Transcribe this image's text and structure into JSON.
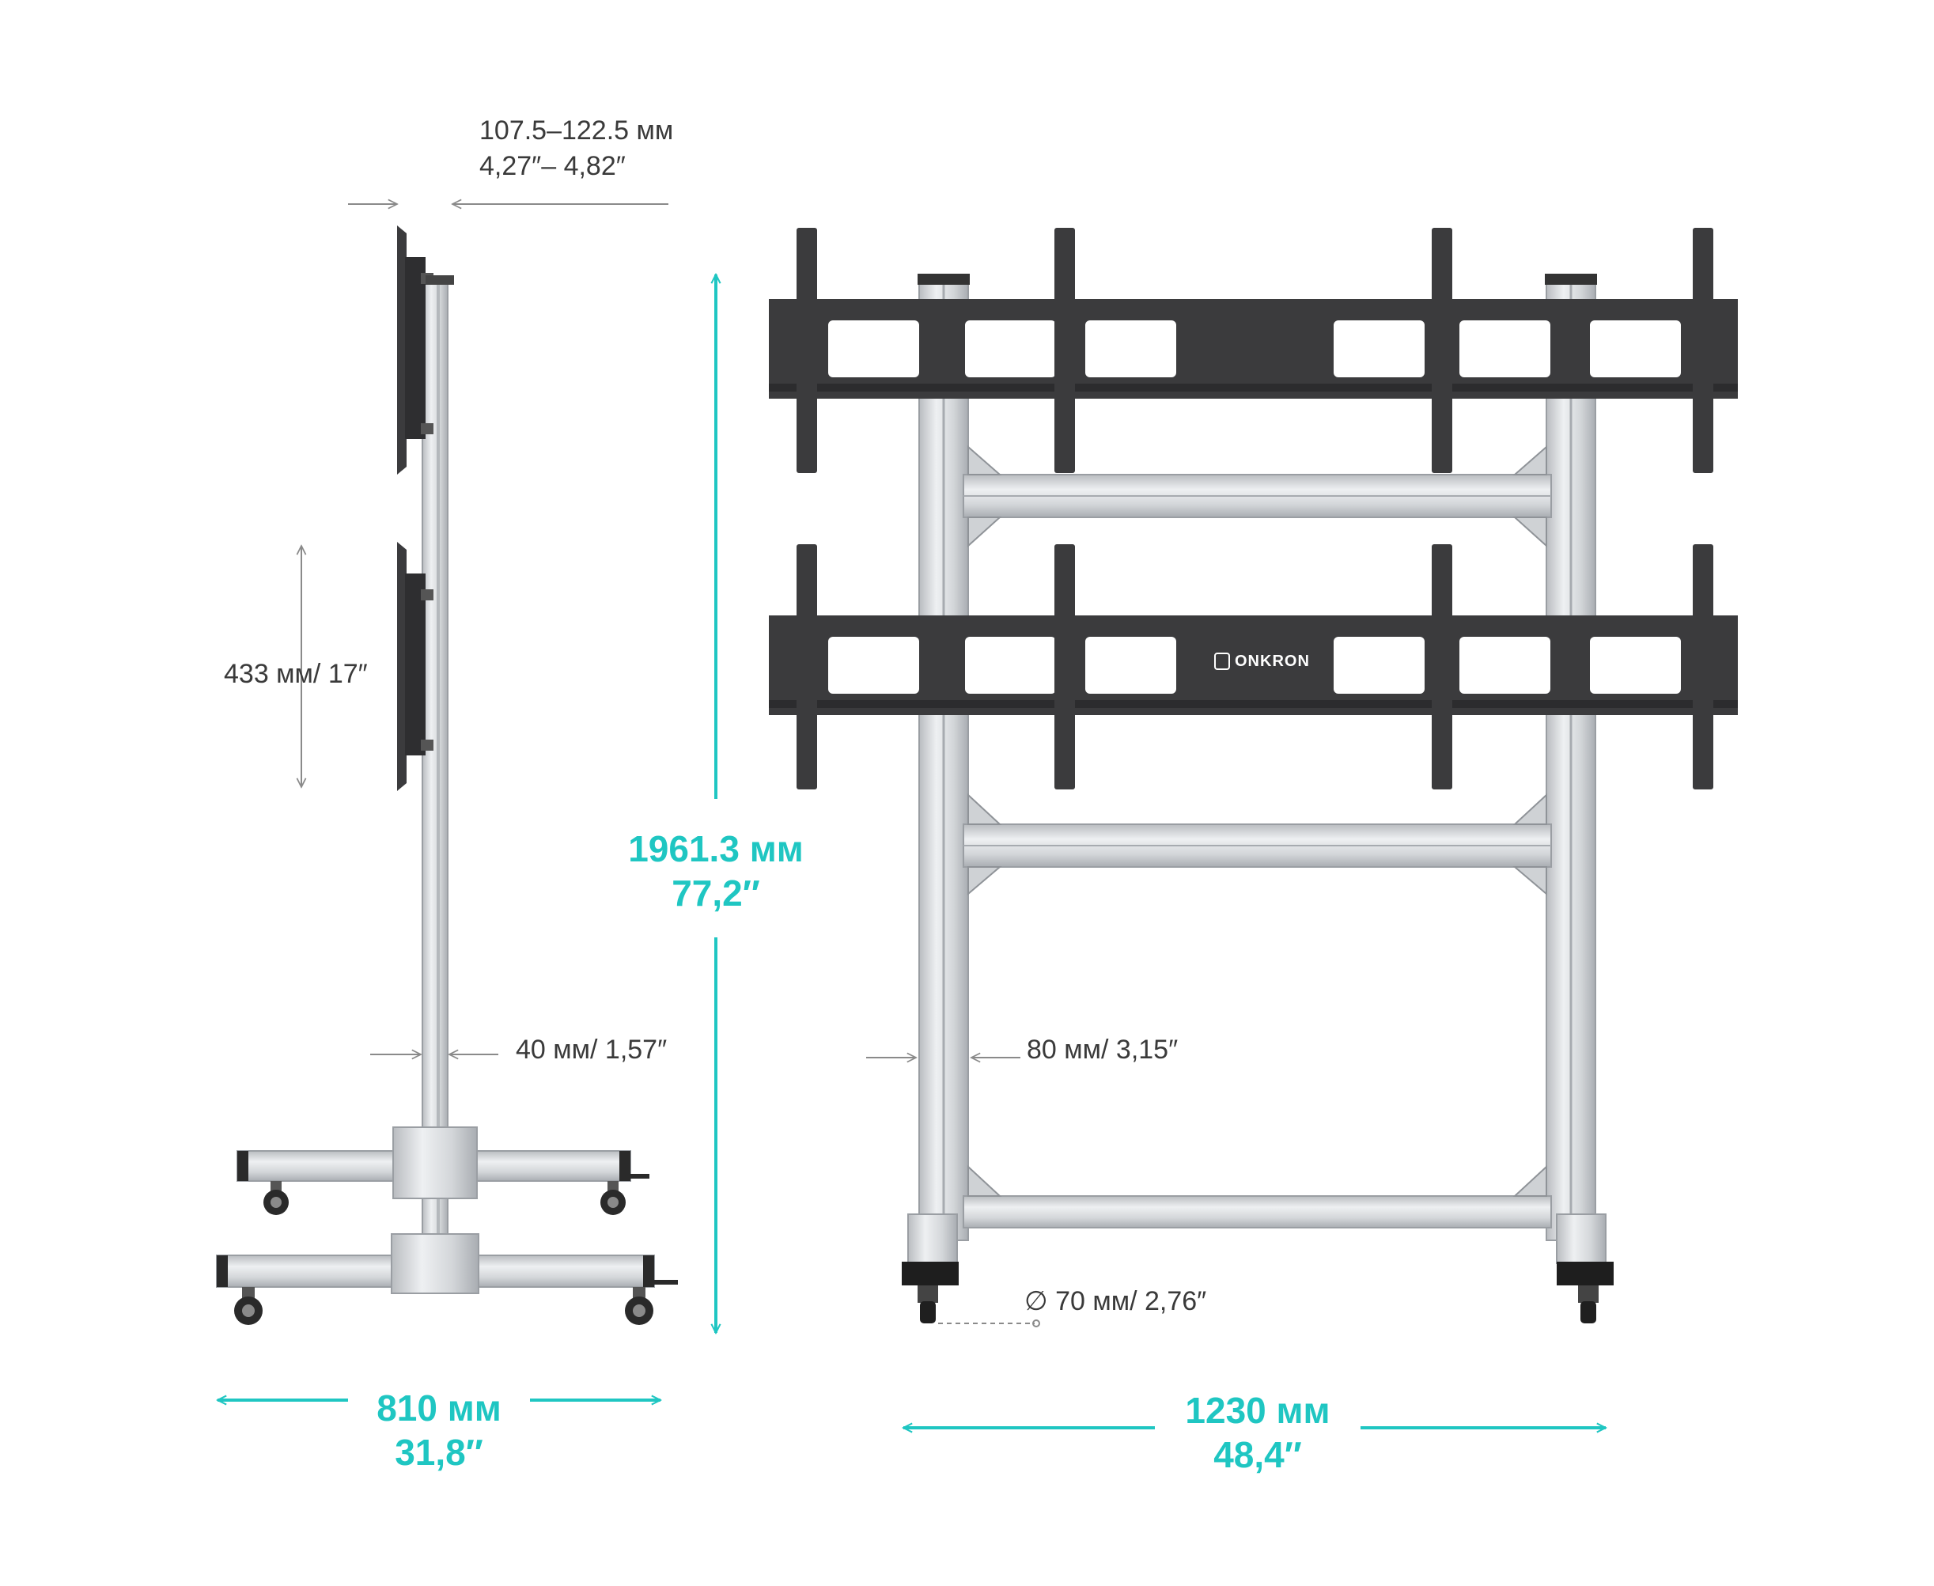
{
  "side_view": {
    "bracket_depth": {
      "mm": "107.5–122.5 мм",
      "inch": "4,27″– 4,82″"
    },
    "vesa_vertical": "433 мм/ 17″",
    "column_width": "40 мм/ 1,57″",
    "base_depth": {
      "mm": "810 мм",
      "inch": "31,8″"
    }
  },
  "height": {
    "mm": "1961.3 мм",
    "inch": "77,2″"
  },
  "front_view": {
    "column_width": "80 мм/ 3,15″",
    "caster": "∅ 70 мм/ 2,76″",
    "total_width": {
      "mm": "1230 мм",
      "inch": "48,4″"
    },
    "brand": "ONKRON"
  },
  "colors": {
    "dimension_accent": "#1fc6c2",
    "annotation_text": "#3a3a3a",
    "frame_aluminium": "#d4d6d9",
    "bracket_black": "#3b3b3d",
    "wheel_black": "#202020"
  }
}
